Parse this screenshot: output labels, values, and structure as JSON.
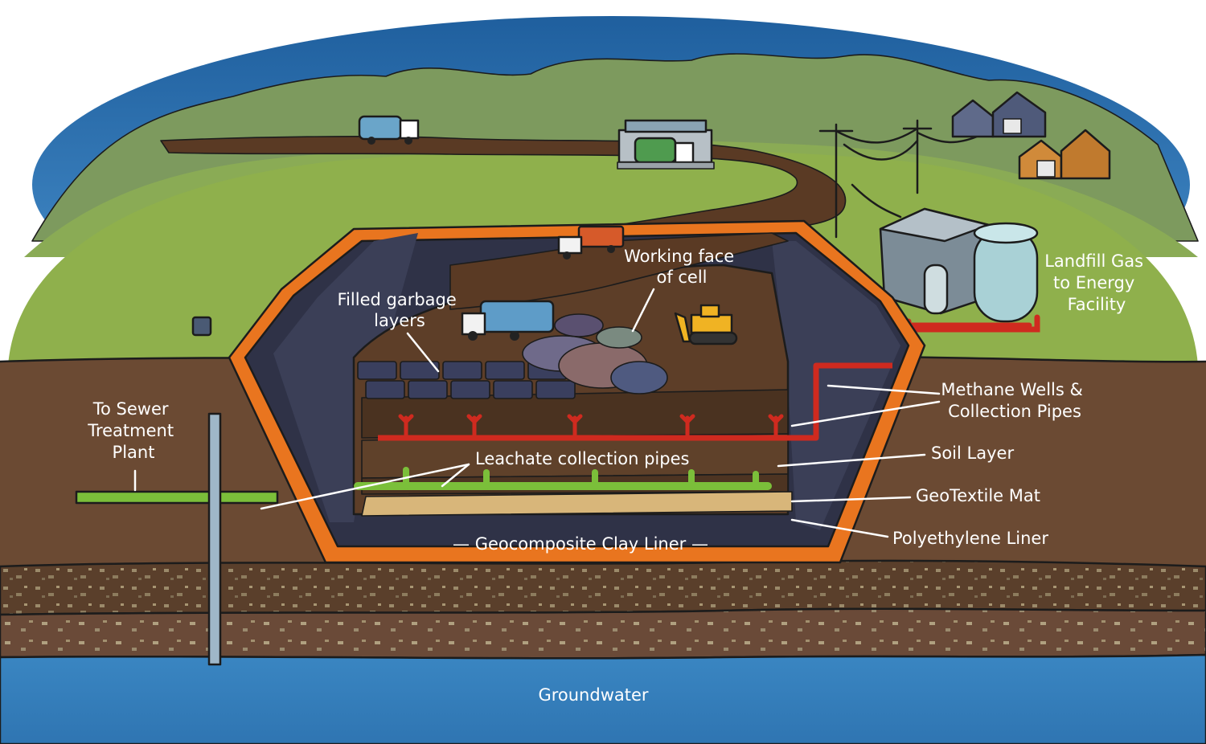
{
  "labels": {
    "working_face": [
      "Working face",
      "of cell"
    ],
    "filled_garbage": [
      "Filled garbage",
      "layers"
    ],
    "landfill_gas": [
      "Landfill Gas",
      "to Energy",
      "Facility"
    ],
    "methane": [
      "Methane Wells &",
      "Collection Pipes"
    ],
    "to_sewer": [
      "To Sewer",
      "Treatment",
      "Plant"
    ],
    "soil_layer": "Soil Layer",
    "leachate": "Leachate collection pipes",
    "geotextile": "GeoTextile Mat",
    "polyethylene": "Polyethylene Liner",
    "geocomposite": "— Geocomposite Clay Liner —",
    "groundwater": "Groundwater"
  },
  "colors": {
    "sky": "#2f78b8",
    "grass": "#8fb04c",
    "hills": "#77925a",
    "road": "#5a3a24",
    "soil": "#6b4a33",
    "liner_orange": "#e9751f",
    "liner_dark": "#3c3f55",
    "methane_pipe": "#cf2a1f",
    "leachate_pipe": "#7bbf3a",
    "geotextile": "#d8b67a",
    "groundwater": "#3f8fcb"
  }
}
